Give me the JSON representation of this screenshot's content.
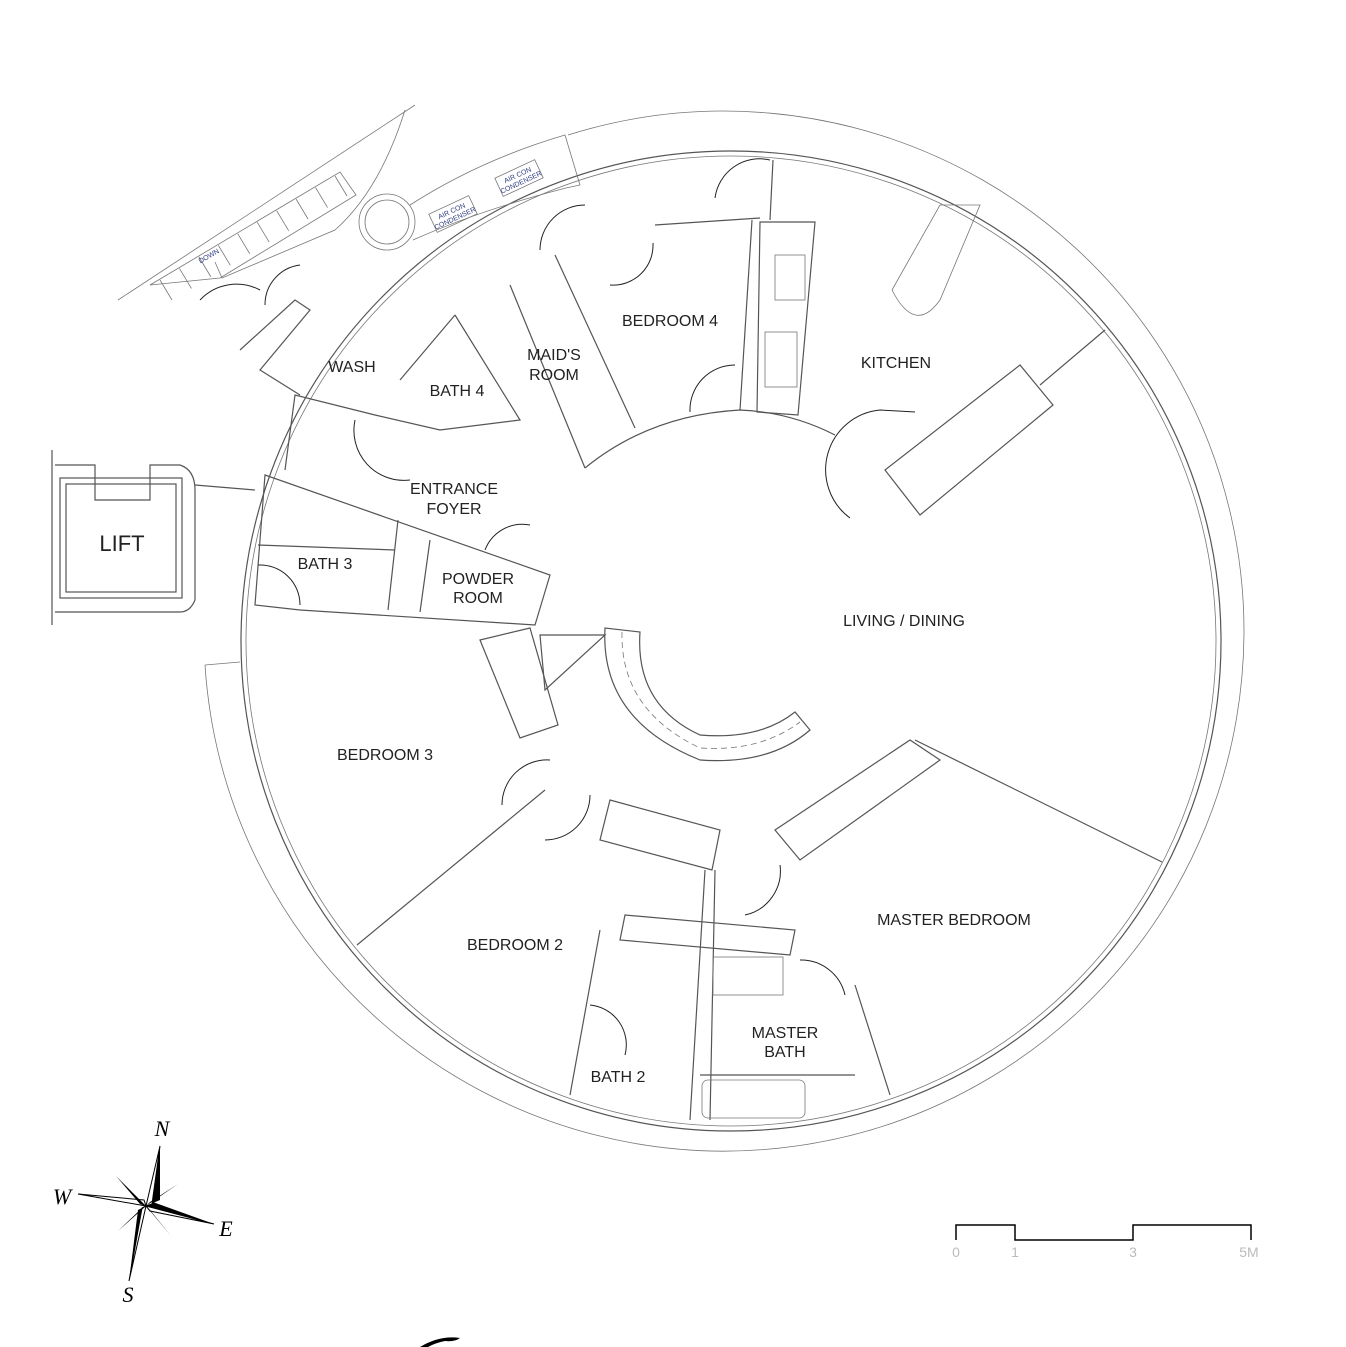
{
  "rooms": {
    "bedroom4": "BEDROOM 4",
    "kitchen": "KITCHEN",
    "maids_room_1": "MAID'S",
    "maids_room_2": "ROOM",
    "wash": "WASH",
    "bath4": "BATH 4",
    "entrance_1": "ENTRANCE",
    "entrance_2": "FOYER",
    "lift": "LIFT",
    "bath3": "BATH 3",
    "powder_1": "POWDER",
    "powder_2": "ROOM",
    "living": "LIVING / DINING",
    "bedroom3": "BEDROOM 3",
    "bedroom2": "BEDROOM 2",
    "master_bedroom": "MASTER BEDROOM",
    "master_bath_1": "MASTER",
    "master_bath_2": "BATH",
    "bath2": "BATH 2"
  },
  "annotations": {
    "aircon_1a": "AIR CON",
    "aircon_1b": "CONDENSER",
    "aircon_2a": "AIR CON",
    "aircon_2b": "CONDENSER",
    "stairs_down": "DOWN"
  },
  "compass": {
    "n": "N",
    "s": "S",
    "e": "E",
    "w": "W"
  },
  "scale_bar": {
    "ticks": [
      "0",
      "1",
      "3",
      "5M"
    ]
  }
}
